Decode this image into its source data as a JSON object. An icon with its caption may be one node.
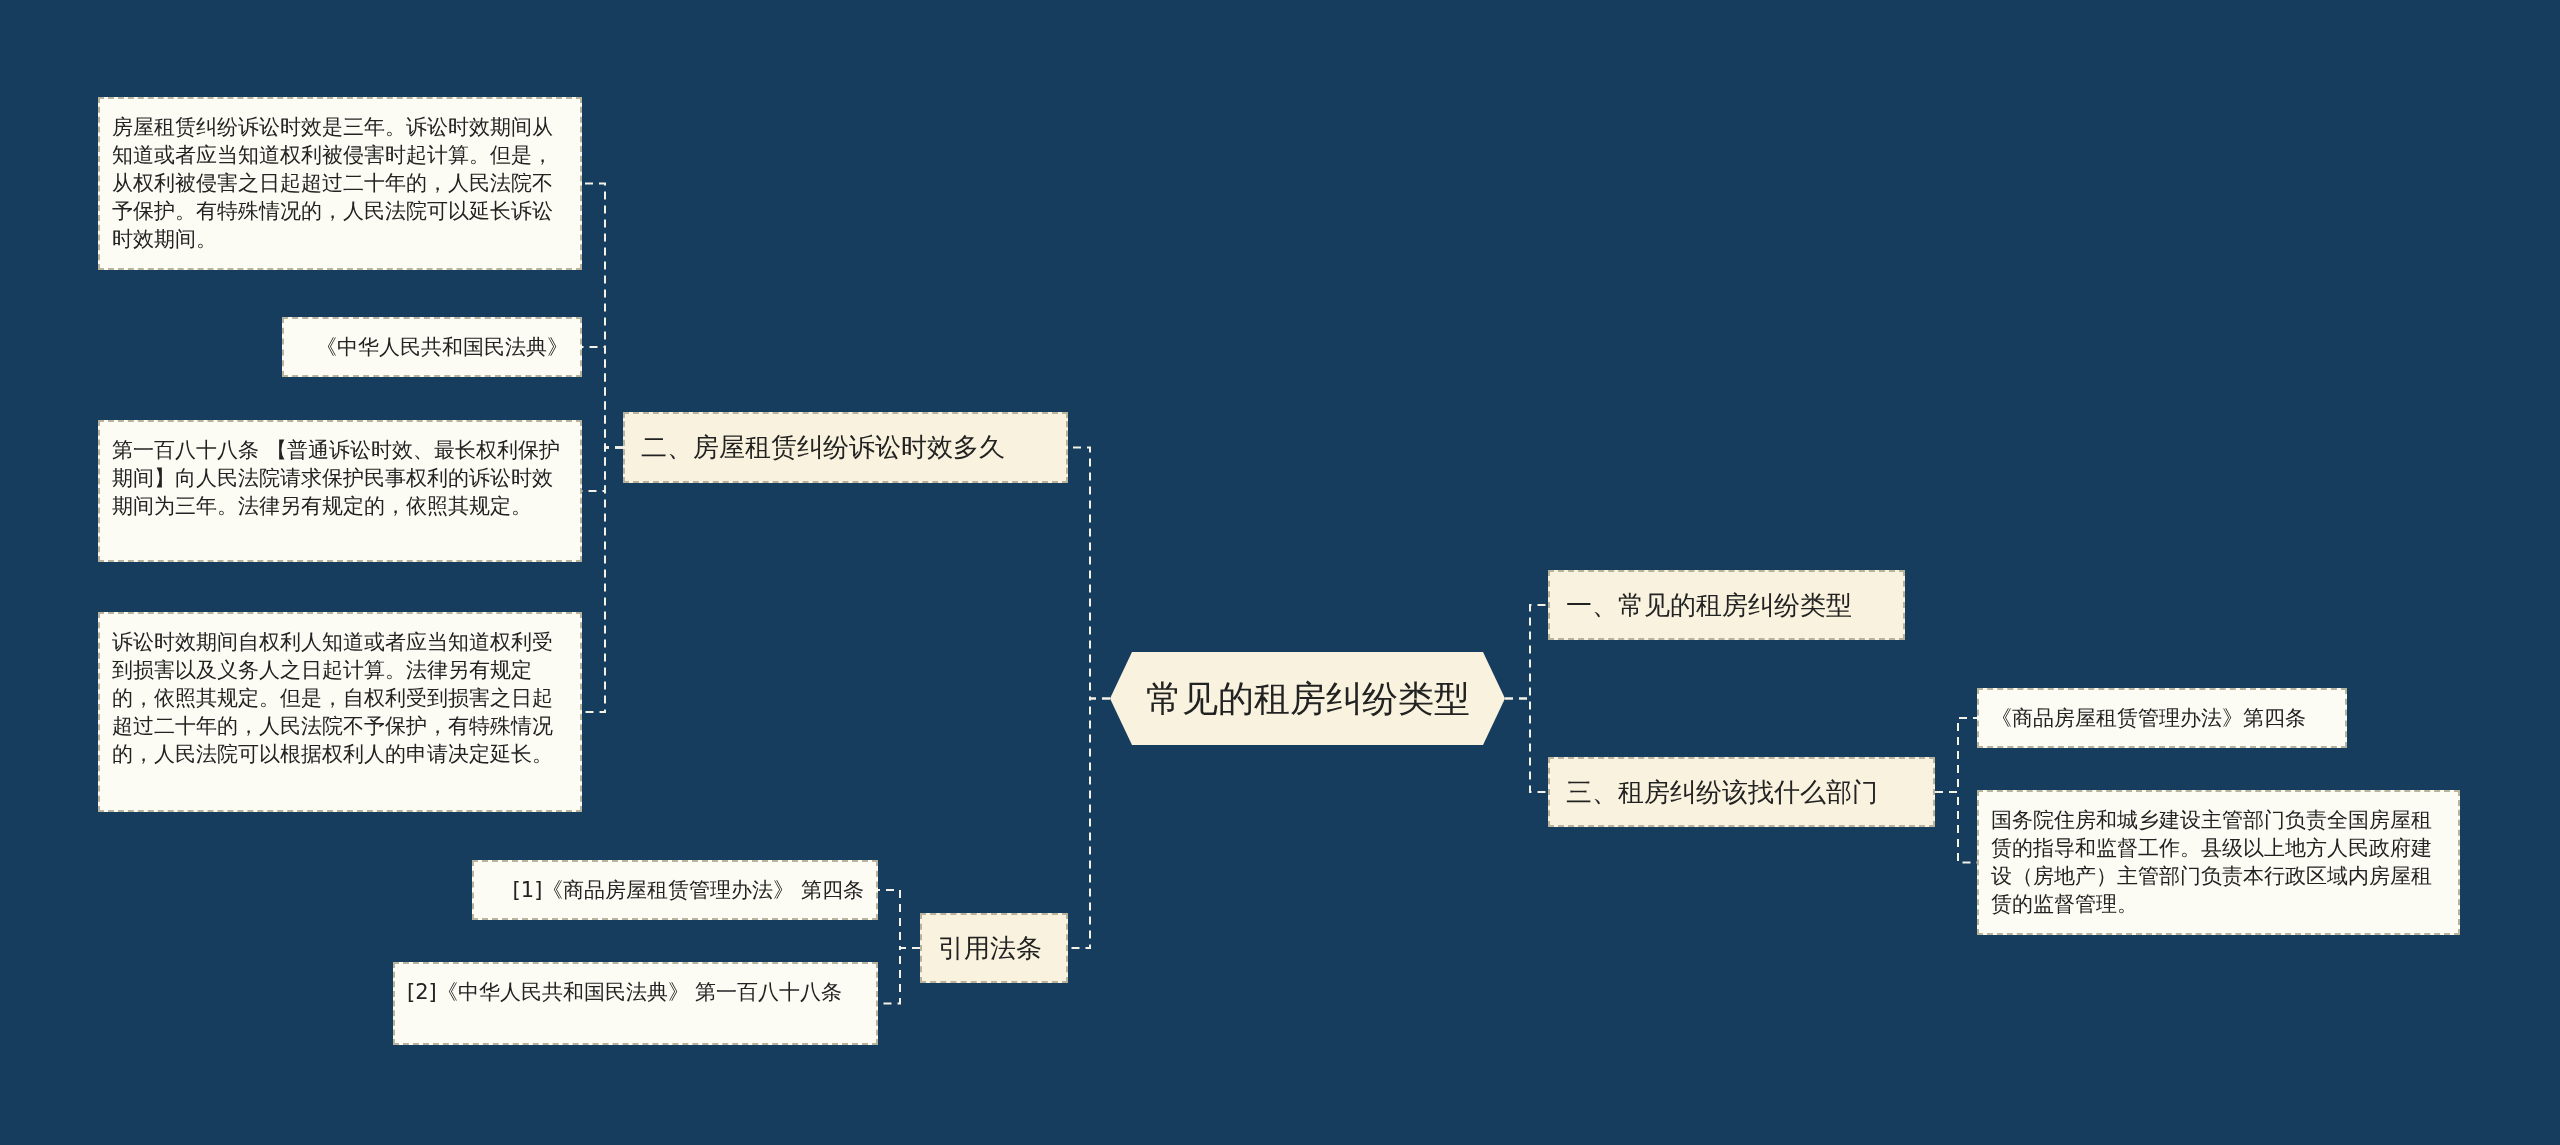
{
  "diagram": {
    "nodes": [
      {
        "text": [
          "常见的租房纠纷类型"
        ]
      },
      {
        "text": [
          "二、房屋租赁纠纷诉讼时效多久"
        ]
      },
      {
        "text": [
          "房屋租赁纠纷诉讼时效是三年。诉讼时效期间从知道或者应当知道权利被侵害时起计算。但是，从权利被侵害之日起超过二十年的，人民法院不予保护。有特殊情况的，人民法院可以延长诉讼时效期间。"
        ]
      },
      {
        "text": [
          "《中华人民共和国民法典》"
        ]
      },
      {
        "text": [
          "第一百八十八条 【普通诉讼时效、最长权利保护期间】向人民法院请求保护民事权利的诉讼时效期间为三年。法律另有规定的，依照其规定。"
        ]
      },
      {
        "text": [
          "诉讼时效期间自权利人知道或者应当知道权利受到损害以及义务人之日起计算。法律另有规定的，依照其规定。但是，自权利受到损害之日起超过二十年的，人民法院不予保护，有特殊情况的，人民法院可以根据权利人的申请决定延长。"
        ]
      },
      {
        "text": [
          "引用法条"
        ]
      },
      {
        "text": [
          "[1]《商品房屋租赁管理办法》 第四条"
        ]
      },
      {
        "text": [
          "[2]《中华人民共和国民法典》 第一百八十八条"
        ]
      },
      {
        "text": [
          "一、常见的租房纠纷类型"
        ]
      },
      {
        "text": [
          "三、租房纠纷该找什么部门"
        ]
      },
      {
        "text": [
          "《商品房屋租赁管理办法》第四条"
        ]
      },
      {
        "text": [
          "国务院住房和城乡建设主管部门负责全国房屋租赁的指导和监督工作。县级以上地方人民政府建设（房地产）主管部门负责本行政区域内房屋租赁的监督管理。"
        ]
      }
    ],
    "edges": [
      {
        "from": 0,
        "to": 1,
        "arrow": "none"
      },
      {
        "from": 1,
        "to": 2,
        "arrow": "none"
      },
      {
        "from": 1,
        "to": 3,
        "arrow": "none"
      },
      {
        "from": 1,
        "to": 4,
        "arrow": "none"
      },
      {
        "from": 1,
        "to": 5,
        "arrow": "none"
      },
      {
        "from": 0,
        "to": 6,
        "arrow": "none"
      },
      {
        "from": 6,
        "to": 7,
        "arrow": "none"
      },
      {
        "from": 6,
        "to": 8,
        "arrow": "none"
      },
      {
        "from": 0,
        "to": 9,
        "arrow": "none"
      },
      {
        "from": 0,
        "to": 10,
        "arrow": "none"
      },
      {
        "from": 10,
        "to": 11,
        "arrow": "none"
      },
      {
        "from": 10,
        "to": 12,
        "arrow": "none"
      }
    ]
  }
}
